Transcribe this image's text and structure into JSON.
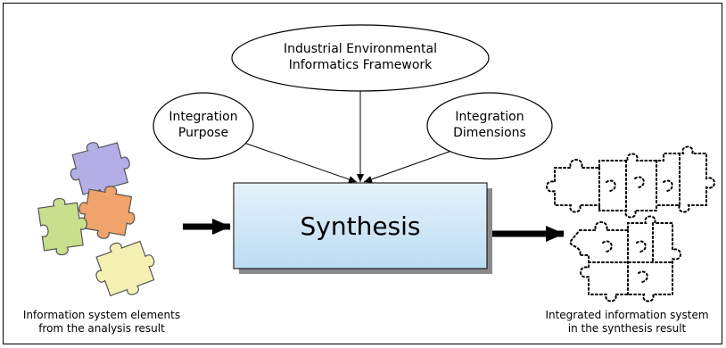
{
  "diagram": {
    "top_ellipse": {
      "line1": "Industrial Environmental",
      "line2": "Informatics Framework"
    },
    "left_ellipse": {
      "line1": "Integration",
      "line2": "Purpose"
    },
    "right_ellipse": {
      "line1": "Integration",
      "line2": "Dimensions"
    },
    "center_box": {
      "label": "Synthesis"
    },
    "left_caption": {
      "line1": "Information system elements",
      "line2": "from the analysis result"
    },
    "right_caption": {
      "line1": "Integrated information system",
      "line2": "in the synthesis result"
    },
    "colors": {
      "box_fill_top": "#e6f2fb",
      "box_fill_bottom": "#bcdcf2",
      "box_shadow": "#8a8a8a",
      "piece_purple": "#b4aee6",
      "piece_orange": "#f0a36b",
      "piece_green": "#c8df8c",
      "piece_yellow": "#f4f0b4"
    }
  }
}
